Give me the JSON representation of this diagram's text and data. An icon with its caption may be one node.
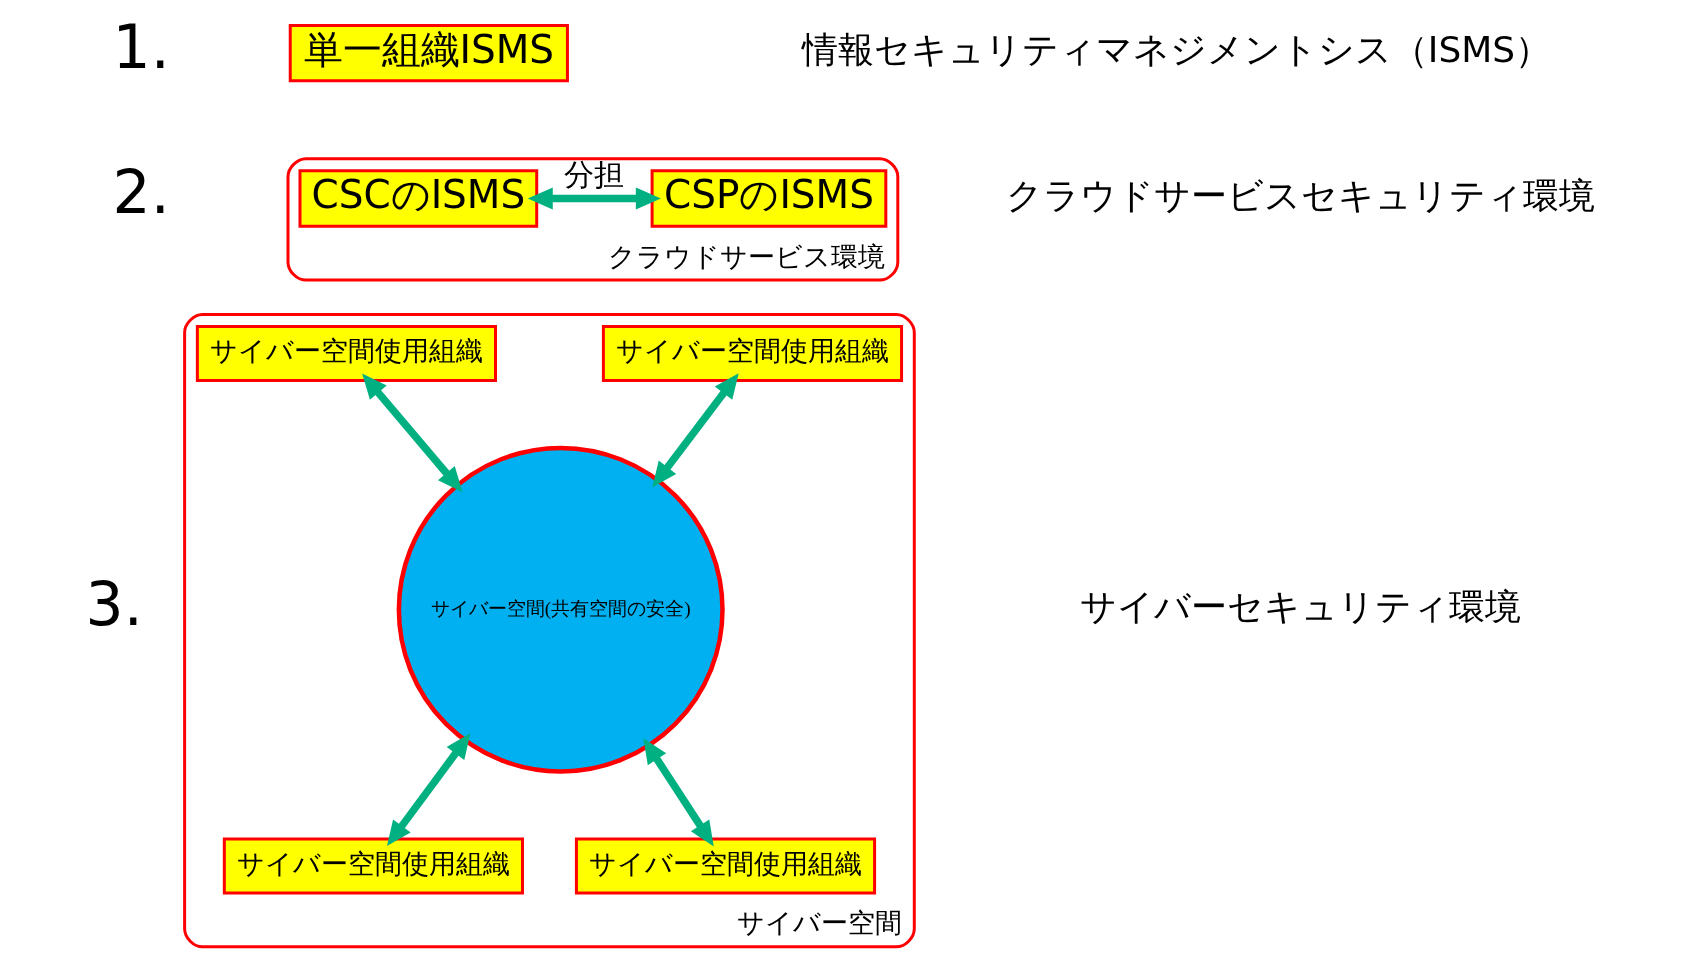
{
  "diagram": {
    "nodes": [
      {
        "text": [
          "単一組織ISMS"
        ]
      },
      {
        "text": [
          "クラウドサービス環境"
        ]
      },
      {
        "text": [
          "CSCのISMS"
        ],
        "in": 1
      },
      {
        "text": [
          "CSPのISMS"
        ],
        "in": 1
      },
      {
        "text": [
          "サイバー空間"
        ]
      },
      {
        "text": [
          "サイバー空間使用組織"
        ],
        "in": 4
      },
      {
        "text": [
          "サイバー空間(共有空間の安全)"
        ],
        "in": 4
      },
      {
        "text": [
          "サイバー空間使用組織"
        ],
        "in": 4
      },
      {
        "text": [
          "サイバー空間使用組織"
        ],
        "in": 4
      },
      {
        "text": [
          "サイバー空間使用組織"
        ],
        "in": 4
      }
    ],
    "edges": [
      {
        "from": 2,
        "to": 3,
        "arrow": "both",
        "label": "分担"
      },
      {
        "from": 5,
        "to": 6,
        "arrow": "both"
      },
      {
        "from": 7,
        "to": 6,
        "arrow": "both"
      },
      {
        "from": 6,
        "to": 8,
        "arrow": "both"
      },
      {
        "from": 6,
        "to": 9,
        "arrow": "both"
      }
    ],
    "labels": [
      "1.",
      "情報セキュリティマネジメントシス（ISMS）",
      "2.",
      "クラウドサービスセキュリティ環境",
      "3.",
      "サイバーセキュリティ環境"
    ]
  }
}
